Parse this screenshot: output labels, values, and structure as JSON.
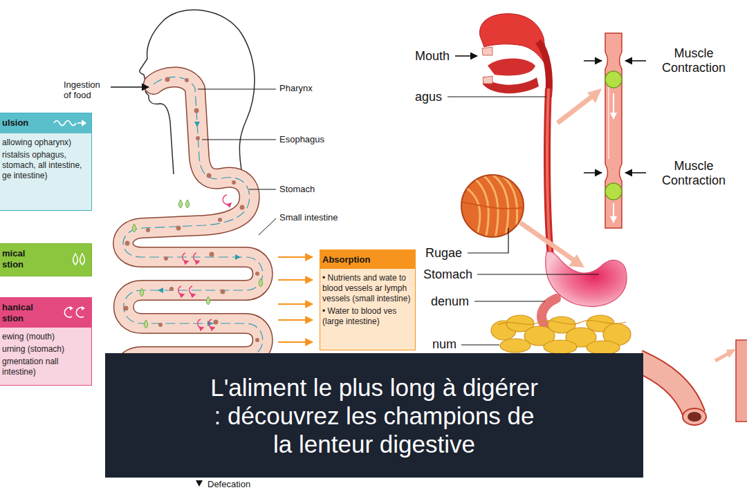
{
  "diagram": {
    "title": "L'aliment le plus long à digérer : découvrez les champions de la lenteur digestive",
    "nodes": [
      {
        "text": [
          "ulsion",
          "allowing opharynx)",
          "ristalsis ophagus, stomach, all intestine, ge intestine)"
        ]
      },
      {
        "text": [
          "mical stion"
        ]
      },
      {
        "text": [
          "hanical stion",
          "ewing (mouth)",
          "urning (stomach)",
          "gmentation nall intestine)"
        ]
      },
      {
        "text": [
          "Absorption",
          "• Nutrients and wate to blood vessels ar lymph vessels (small intestine)",
          "• Water to blood ves (large intestine)"
        ]
      }
    ],
    "labels": [
      "Ingestion of food",
      "Pharynx",
      "Esophagus",
      "Stomach",
      "Small intestine",
      "Defecation",
      "Mouth",
      "agus",
      "Rugae",
      "Stomach",
      "denum",
      "num",
      "Muscle Contraction",
      "Muscle Contraction"
    ]
  }
}
